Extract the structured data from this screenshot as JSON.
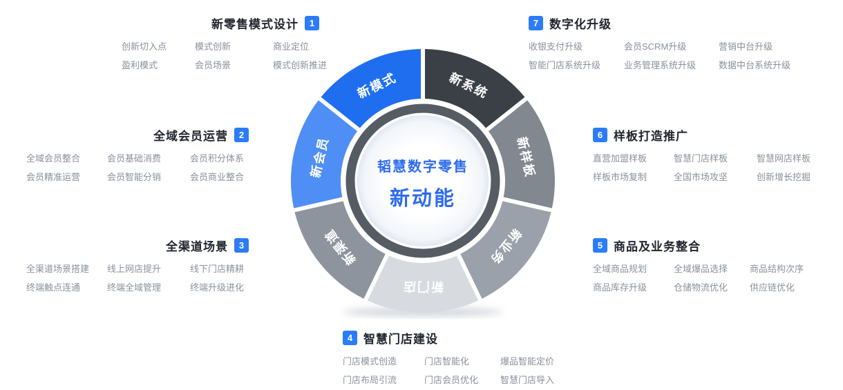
{
  "accent_color": "#2b7cf8",
  "wheel": {
    "center": {
      "line1": "韬慧数字零售",
      "line2": "新动能",
      "text_color": "#2e6bf0"
    },
    "ring_color": "#565c64",
    "segments": [
      {
        "label": "新系统",
        "color": "#3b4046"
      },
      {
        "label": "新样板",
        "color": "#82888f"
      },
      {
        "label": "新业务",
        "color": "#9aa1aa"
      },
      {
        "label": "新门店",
        "color": "#d7dade"
      },
      {
        "label": "新渠道",
        "color": "#8d949d"
      },
      {
        "label": "新会员",
        "color": "#4f8ef5"
      },
      {
        "label": "新模式",
        "color": "#1f6ef0"
      }
    ]
  },
  "sections": [
    {
      "number": "1",
      "title": "新零售模式设计",
      "items": [
        "创新切入点",
        "模式创新",
        "商业定位",
        "盈利模式",
        "会员场景",
        "模式创新推进"
      ]
    },
    {
      "number": "2",
      "title": "全域会员运营",
      "items": [
        "全域会员整合",
        "会员基础消费",
        "会员积分体系",
        "会员精准运营",
        "会员智能分销",
        "会员商业整合"
      ]
    },
    {
      "number": "3",
      "title": "全渠道场景",
      "items": [
        "全渠道场景搭建",
        "线上网店提升",
        "线下门店精耕",
        "终端触点连通",
        "终端全域管理",
        "终端升级进化"
      ]
    },
    {
      "number": "4",
      "title": "智慧门店建设",
      "items": [
        "门店模式创造",
        "门店智能化",
        "爆品智能定价",
        "门店布局引流",
        "门店会员优化",
        "智慧门店导入"
      ]
    },
    {
      "number": "5",
      "title": "商品及业务整合",
      "items": [
        "全域商品规划",
        "全域爆品选择",
        "商品结构次序",
        "商品库存升级",
        "仓储物流优化",
        "供应链优化"
      ]
    },
    {
      "number": "6",
      "title": "样板打造推广",
      "items": [
        "直营加盟样板",
        "智慧门店样板",
        "智慧网店样板",
        "样板市场复制",
        "全国市场攻坚",
        "创新增长挖掘"
      ]
    },
    {
      "number": "7",
      "title": "数字化升级",
      "items": [
        "收银支付升级",
        "会员SCRM升级",
        "营销中台升级",
        "智能门店系统升级",
        "业务管理系统升级",
        "数据中台系统升级"
      ]
    }
  ]
}
